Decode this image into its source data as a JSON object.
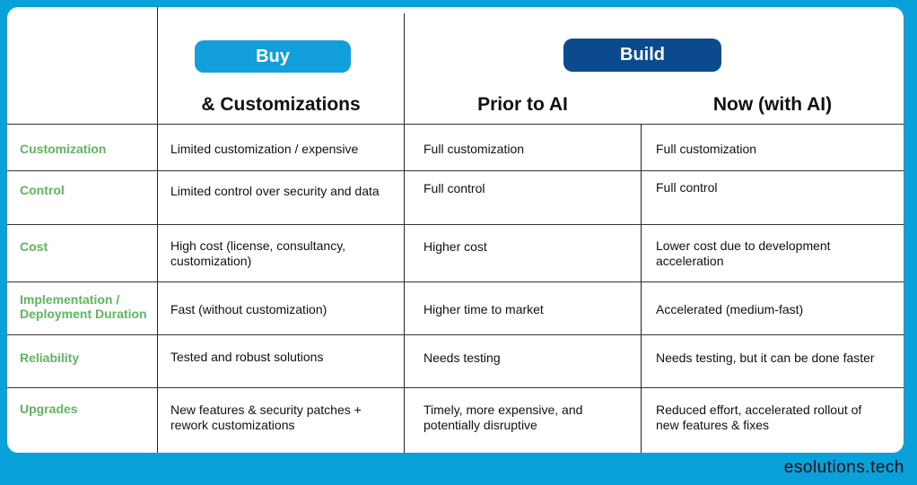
{
  "header": {
    "buy_label": "Buy",
    "build_label": "Build",
    "columns": [
      "& Customizations",
      "Prior to AI",
      "Now (with AI)"
    ]
  },
  "rows": [
    {
      "label": "Customization",
      "buy": "Limited customization / expensive",
      "prior": "Full customization",
      "now": "Full customization"
    },
    {
      "label": "Control",
      "buy": "Limited control over security and data",
      "prior": "Full control",
      "now": "Full control"
    },
    {
      "label": "Cost",
      "buy": "High cost (license, consultancy, customization)",
      "prior": "Higher cost",
      "now": "Lower cost due to development acceleration"
    },
    {
      "label": "Implementation / Deployment Duration",
      "buy": "Fast (without customization)",
      "prior": "Higher time to market",
      "now": "Accelerated (medium-fast)"
    },
    {
      "label": "Reliability",
      "buy": "Tested and robust solutions",
      "prior": "Needs testing",
      "now": "Needs testing, but it can be done faster"
    },
    {
      "label": "Upgrades",
      "buy": "New features & security patches + rework customizations",
      "prior": "Timely, more expensive, and potentially disruptive",
      "now": "Reduced effort, accelerated rollout of new features & fixes"
    }
  ],
  "footer": {
    "brand": "esolutions.tech"
  },
  "colors": {
    "background": "#0aa0da",
    "buy": "#129fdc",
    "build": "#0b4a8c",
    "label": "#5cb85c"
  }
}
